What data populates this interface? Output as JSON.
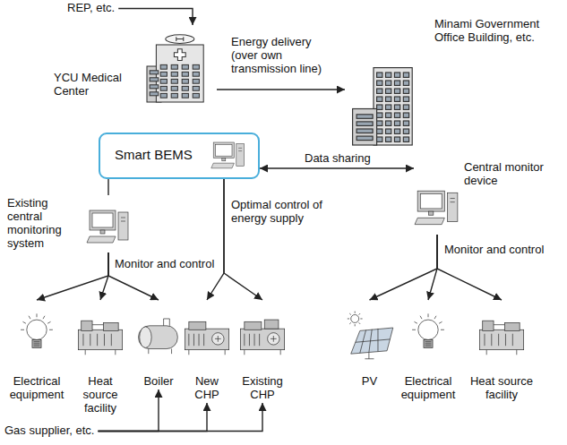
{
  "diagram": {
    "nodes": [
      {
        "text": [
          "REP, etc."
        ]
      },
      {
        "text": [
          "YCU Medical Center"
        ]
      },
      {
        "text": [
          "Minami Government Office Building, etc."
        ]
      },
      {
        "text": [
          "Smart BEMS"
        ]
      },
      {
        "text": [
          "Existing central monitoring system"
        ]
      },
      {
        "text": [
          "Central monitor device"
        ]
      },
      {
        "text": [
          "Electrical equipment"
        ]
      },
      {
        "text": [
          "Heat source facility"
        ]
      },
      {
        "text": [
          "Boiler"
        ]
      },
      {
        "text": [
          "New CHP"
        ]
      },
      {
        "text": [
          "Existing CHP"
        ]
      },
      {
        "text": [
          "PV"
        ]
      },
      {
        "text": [
          "Electrical equipment"
        ]
      },
      {
        "text": [
          "Heat source facility"
        ]
      },
      {
        "text": [
          "Gas supplier, etc."
        ]
      }
    ],
    "edges": [
      {
        "from": 0,
        "to": 1,
        "arrow": "to"
      },
      {
        "from": 1,
        "to": 2,
        "label": "Energy delivery (over own transmission line)",
        "arrow": "to"
      },
      {
        "from": 3,
        "to": 5,
        "label": "Data sharing",
        "arrow": "both"
      },
      {
        "from": 3,
        "to": 4,
        "arrow": "none"
      },
      {
        "from": 3,
        "to": 9,
        "arrow": "to"
      },
      {
        "from": 3,
        "to": 10,
        "arrow": "to"
      },
      {
        "from": 4,
        "to": 6,
        "arrow": "to"
      },
      {
        "from": 4,
        "to": 7,
        "arrow": "to"
      },
      {
        "from": 4,
        "to": 8,
        "arrow": "to"
      },
      {
        "from": 5,
        "to": 11,
        "arrow": "to"
      },
      {
        "from": 5,
        "to": 12,
        "arrow": "to"
      },
      {
        "from": 5,
        "to": 13,
        "arrow": "to"
      },
      {
        "from": 14,
        "to": 8,
        "arrow": "to"
      },
      {
        "from": 14,
        "to": 9,
        "arrow": "to"
      },
      {
        "from": 14,
        "to": 10,
        "arrow": "to"
      }
    ],
    "labels": [
      "Monitor and control",
      "Optimal control of energy supply",
      "Monitor and control"
    ]
  }
}
